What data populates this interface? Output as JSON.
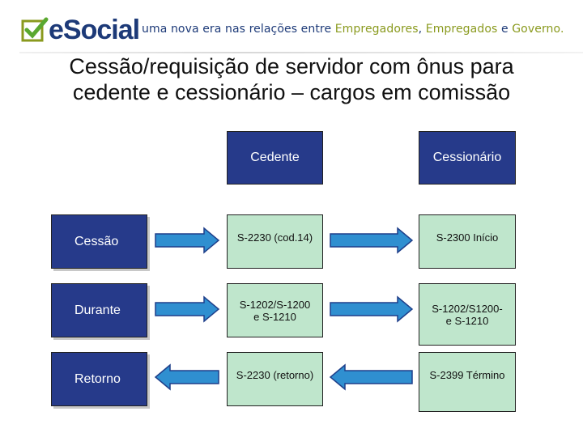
{
  "header": {
    "logo_text": "eSocial",
    "tagline_parts": [
      "uma nova era nas relações entre ",
      "Empregadores",
      ", ",
      "Empregados",
      " e ",
      "Governo."
    ]
  },
  "title": {
    "line1": "Cessão/requisição de servidor com ônus para",
    "line2": "cedente e cessionário – cargos em comissão"
  },
  "columns": [
    "Cedente",
    "Cessionário"
  ],
  "rows": [
    {
      "label": "Cessão",
      "cedente": [
        "S-2230 (cod.14)"
      ],
      "cessionario": [
        "S-2300 Início"
      ],
      "direction": "right"
    },
    {
      "label": "Durante",
      "cedente": [
        "S-1202/S-1200",
        "e S-1210"
      ],
      "cessionario": [
        "S-1202/S1200-",
        "e S-1210"
      ],
      "direction": "right"
    },
    {
      "label": "Retorno",
      "cedente": [
        "S-2230 (retorno)"
      ],
      "cessionario": [
        "S-2399 Término"
      ],
      "direction": "left"
    }
  ],
  "colors": {
    "header_box": "#263a8a",
    "cell_fill": "#bfe6cc",
    "arrow_fill": "#2f8fd0",
    "arrow_stroke": "#1f3f8a",
    "logo_green": "#8a9a1e"
  }
}
